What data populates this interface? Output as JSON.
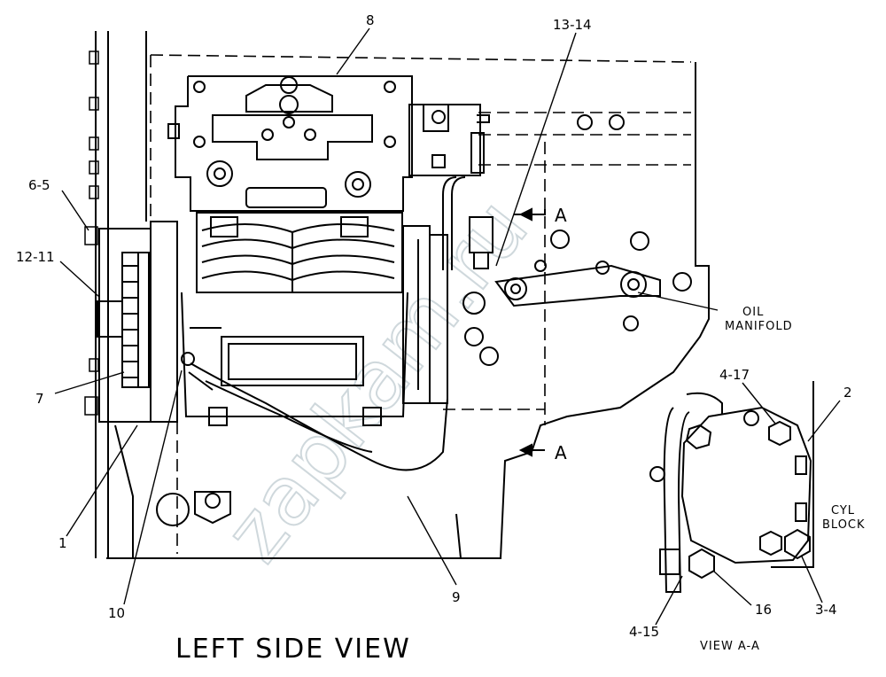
{
  "drawing": {
    "title": "LEFT SIDE VIEW",
    "section_title": "VIEW A-A",
    "section_marker": "A",
    "watermark": "zapkam.ru",
    "callouts": {
      "c8": "8",
      "c13_14": "13-14",
      "c6_5": "6-5",
      "c12_11": "12-11",
      "c7": "7",
      "c1": "1",
      "c10": "10",
      "c9": "9",
      "c4_17": "4-17",
      "c2": "2",
      "c3_4": "3-4",
      "c16": "16",
      "c4_15": "4-15"
    },
    "oil_manifold": [
      "OIL",
      "MANIFOLD"
    ],
    "cyl_block": [
      "CYL",
      "BLOCK"
    ]
  }
}
